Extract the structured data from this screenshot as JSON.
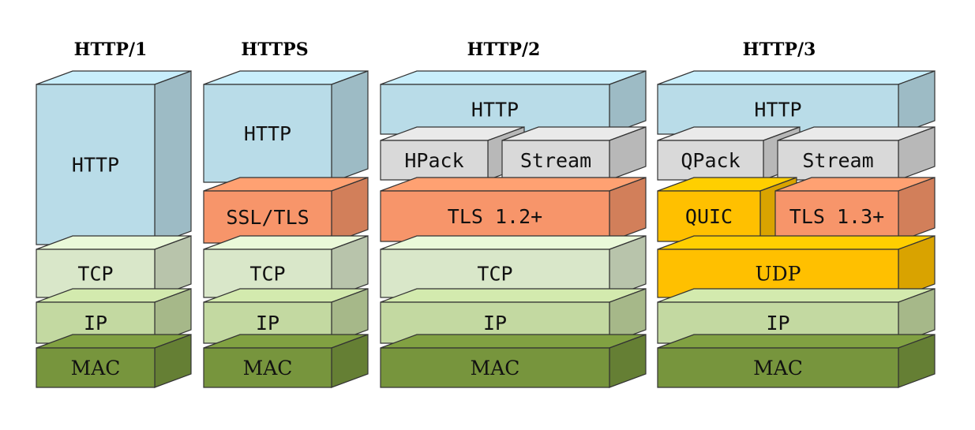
{
  "columns": [
    {
      "title": "HTTP/1",
      "layers": [
        {
          "label": "HTTP",
          "color": "#b9dce8"
        },
        {
          "label": "TCP",
          "color": "#d9e7c9"
        },
        {
          "label": "IP",
          "color": "#c3d9a1"
        },
        {
          "label": "MAC",
          "color": "#77953d"
        }
      ]
    },
    {
      "title": "HTTPS",
      "layers": [
        {
          "label": "HTTP",
          "color": "#b9dce8"
        },
        {
          "label": "SSL/TLS",
          "color": "#f7956a"
        },
        {
          "label": "TCP",
          "color": "#d9e7c9"
        },
        {
          "label": "IP",
          "color": "#c3d9a1"
        },
        {
          "label": "MAC",
          "color": "#77953d"
        }
      ]
    },
    {
      "title": "HTTP/2",
      "layers": [
        {
          "label": "HTTP",
          "color": "#b9dce8"
        },
        {
          "label": "HPack",
          "color": "#d9d9d9"
        },
        {
          "label": "Stream",
          "color": "#d9d9d9"
        },
        {
          "label": "TLS 1.2+",
          "color": "#f7956a"
        },
        {
          "label": "TCP",
          "color": "#d9e7c9"
        },
        {
          "label": "IP",
          "color": "#c3d9a1"
        },
        {
          "label": "MAC",
          "color": "#77953d"
        }
      ]
    },
    {
      "title": "HTTP/3",
      "layers": [
        {
          "label": "HTTP",
          "color": "#b9dce8"
        },
        {
          "label": "QPack",
          "color": "#d9d9d9"
        },
        {
          "label": "Stream",
          "color": "#d9d9d9"
        },
        {
          "label": "QUIC",
          "color": "#ffc000"
        },
        {
          "label": "TLS 1.3+",
          "color": "#f7956a"
        },
        {
          "label": "UDP",
          "color": "#ffc000"
        },
        {
          "label": "IP",
          "color": "#c3d9a1"
        },
        {
          "label": "MAC",
          "color": "#77953d"
        }
      ]
    }
  ]
}
